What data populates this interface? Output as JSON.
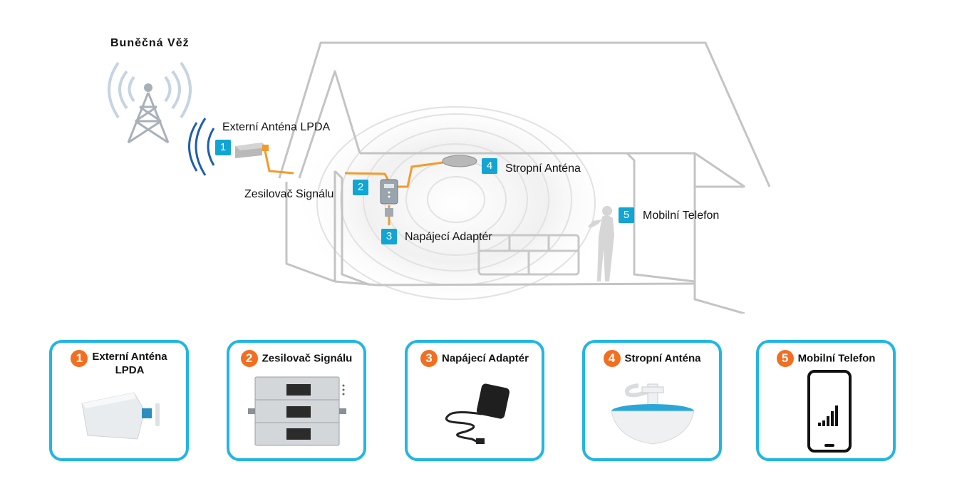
{
  "scene": {
    "tower_label": "Buněčná Věž",
    "labels": {
      "external_antenna": "Externí Anténa LPDA",
      "booster": "Zesilovač Signálu",
      "adapter": "Napájecí Adaptér",
      "ceiling_antenna": "Stropní Anténa",
      "phone": "Mobilní Telefon"
    },
    "badges": [
      "1",
      "2",
      "3",
      "4",
      "5"
    ]
  },
  "cards": [
    {
      "number": "1",
      "title_line1": "Externí Anténa",
      "title_line2": "LPDA",
      "icon": "lpda-antenna-icon"
    },
    {
      "number": "2",
      "title": "Zesilovač Signálu",
      "icon": "signal-booster-icon"
    },
    {
      "number": "3",
      "title": "Napájecí Adaptér",
      "icon": "power-adapter-icon"
    },
    {
      "number": "4",
      "title": "Stropní Anténa",
      "icon": "ceiling-antenna-icon"
    },
    {
      "number": "5",
      "title": "Mobilní Telefon",
      "icon": "smartphone-icon"
    }
  ],
  "colors": {
    "accent": "#21b6e4",
    "badge": "#11a5d4",
    "number": "#f26e21",
    "cable": "#f39a2b",
    "wave": "#1f5fa8"
  }
}
